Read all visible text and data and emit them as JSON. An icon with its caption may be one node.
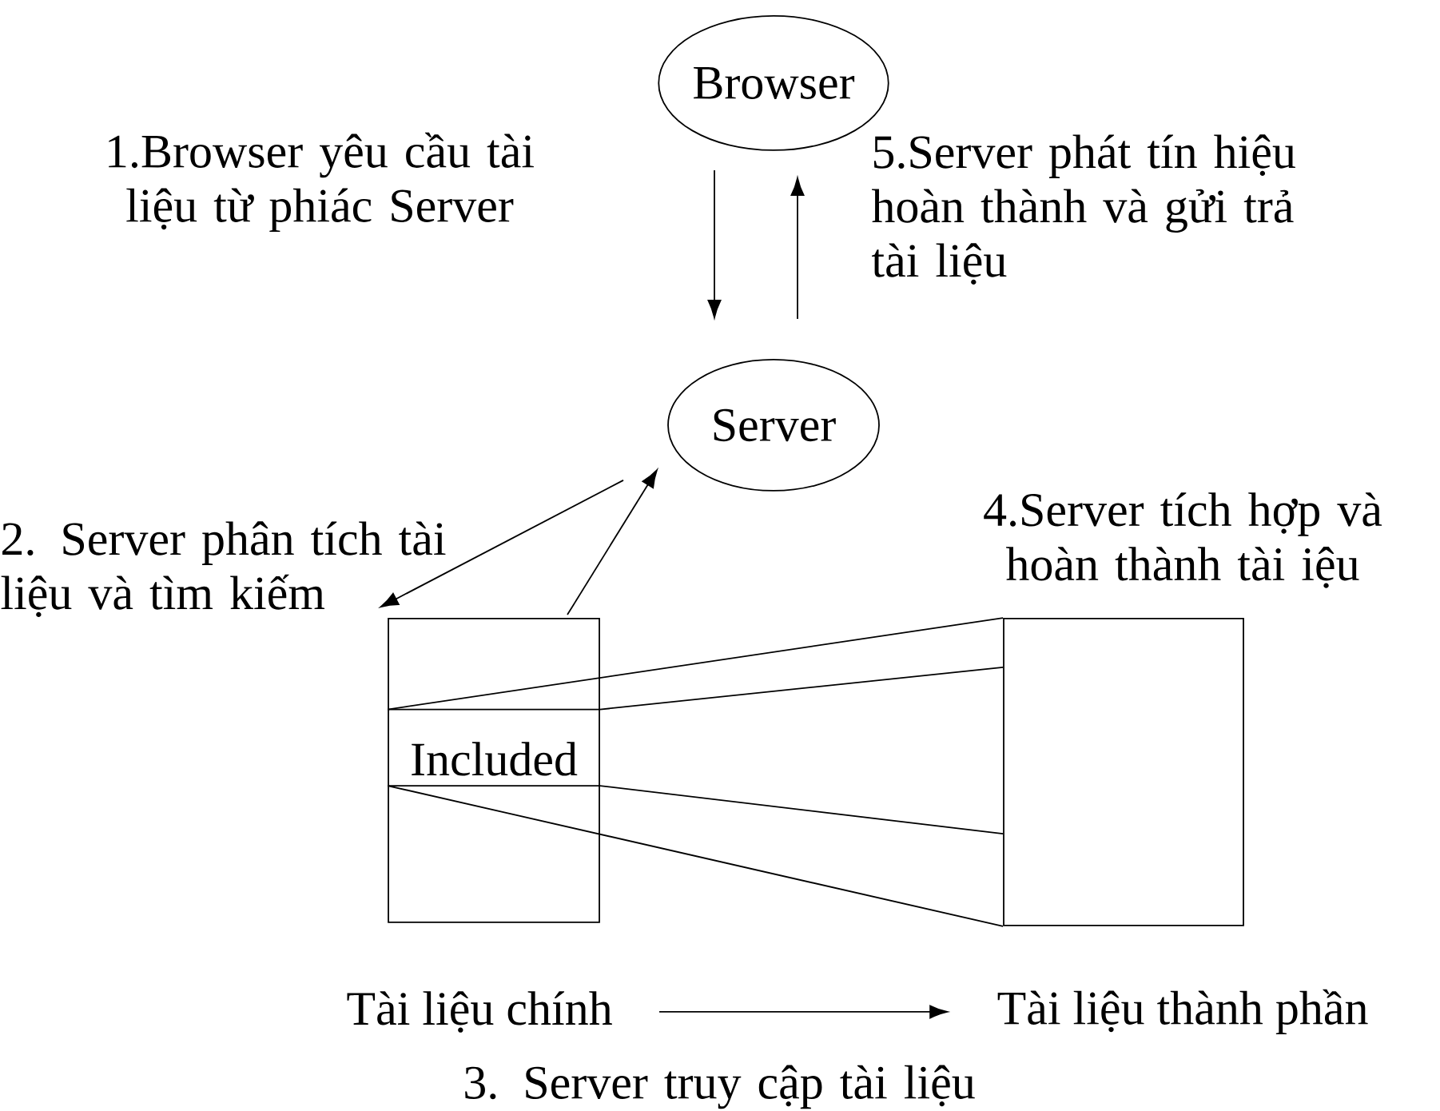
{
  "diagram": {
    "nodes": [
      {
        "text": [
          "Browser"
        ]
      },
      {
        "text": [
          "Server"
        ]
      },
      {
        "text": [
          "Included"
        ]
      },
      {
        "text": [],
        "shape": "box"
      },
      {
        "text": [
          "Tài liệu chính"
        ]
      },
      {
        "text": [
          "Tài liệu thành phần"
        ]
      }
    ],
    "edges": [
      {
        "from": 0,
        "to": 1,
        "arrow": "to"
      },
      {
        "from": 1,
        "to": 0,
        "arrow": "to"
      },
      {
        "from": 1,
        "to": 2,
        "arrow": "to"
      },
      {
        "from": 2,
        "to": 1,
        "arrow": "to"
      },
      {
        "from": 2,
        "to": 3,
        "arrow": "none"
      },
      {
        "from": 2,
        "to": 3,
        "arrow": "none"
      },
      {
        "from": 2,
        "to": 3,
        "arrow": "none"
      },
      {
        "from": 2,
        "to": 3,
        "arrow": "none"
      },
      {
        "from": 4,
        "to": 5,
        "arrow": "to"
      }
    ],
    "labels": [
      "1.Browser yêu cầu tài liệu từ phiác Server",
      "5.Server phát tín hiệu hoàn thành và gửi trả tài liệu",
      "2. Server phân tích tài liệu và tìm kiếm",
      "4.Server tích hợp và hoàn thành tài iệu",
      "3. Server truy cập tài liệu"
    ]
  }
}
